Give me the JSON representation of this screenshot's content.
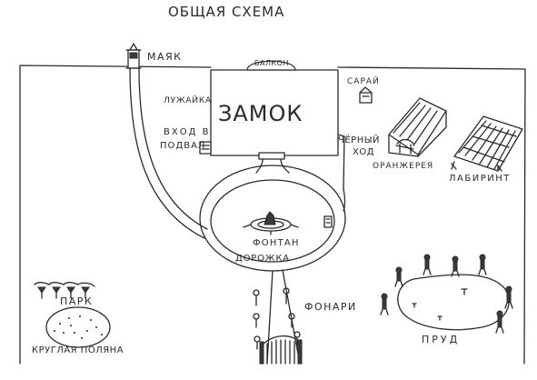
{
  "title": "ОБЩАЯ СХЕМА",
  "labels": {
    "lighthouse": "МАЯК",
    "balcony": "БАЛКОН",
    "lawn": "ЛУЖАЙКА",
    "castle": "ЗАМОК",
    "shed": "САРАЙ",
    "cellar_entrance_1": "ВХОД В",
    "cellar_entrance_2": "ПОДВАЛ",
    "back_door_1": "ЧЁРНЫЙ",
    "back_door_2": "ХОД",
    "greenhouse": "ОРАНЖЕРЕЯ",
    "labyrinth": "ЛАБИРИНТ",
    "fountain": "ФОНТАН",
    "path": "ДОРОЖКА",
    "park": "ПАРК",
    "lanterns": "ФОНАРИ",
    "round_glade": "КРУГЛАЯ ПОЛЯНА",
    "pond": "ПРУД"
  },
  "colors": {
    "ink": "#2a2a2a",
    "paper": "#ffffff"
  }
}
